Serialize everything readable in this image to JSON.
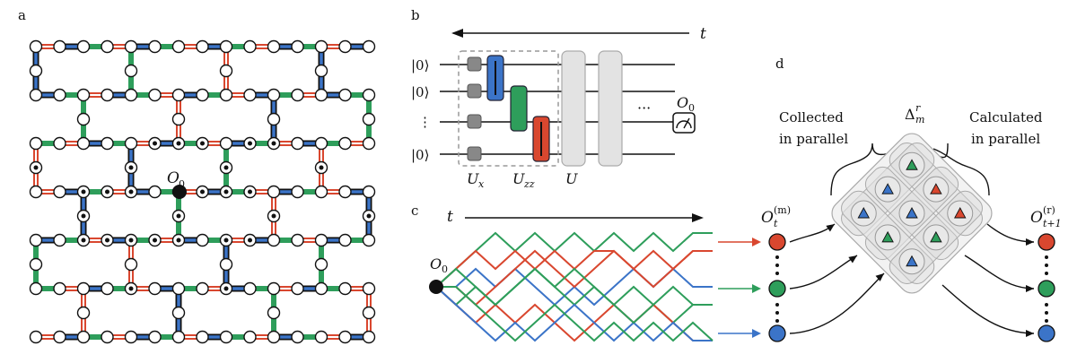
{
  "panels": {
    "a": {
      "label": "a",
      "operator": "O",
      "operator_sub": "0"
    },
    "b": {
      "label": "b",
      "time": "t",
      "kets": [
        "|0⟩",
        "|0⟩",
        "⋮",
        "|0⟩"
      ],
      "gates": {
        "ux": "U",
        "ux_sub": "x",
        "uzz": "U",
        "uzz_sub": "zz",
        "u": "U"
      },
      "ellipsis": "···",
      "measure": "O",
      "measure_sub": "0"
    },
    "c": {
      "label": "c",
      "time": "t",
      "operator": "O",
      "operator_sub": "0"
    },
    "d": {
      "label": "d",
      "collected": [
        "Collected",
        "in parallel"
      ],
      "calculated": [
        "Calculated",
        "in parallel"
      ],
      "delta": "Δ",
      "delta_sup": "r",
      "delta_sub": "m",
      "left_op": "O",
      "left_op_sub": "t",
      "left_op_sup": "(m)",
      "right_op": "O",
      "right_op_sub": "t+1",
      "right_op_sup": "(r)"
    }
  },
  "colors": {
    "red": "#d9472f",
    "green": "#2e9e5b",
    "blue": "#3b74c8",
    "gray_gate": "#e0e0e0"
  }
}
